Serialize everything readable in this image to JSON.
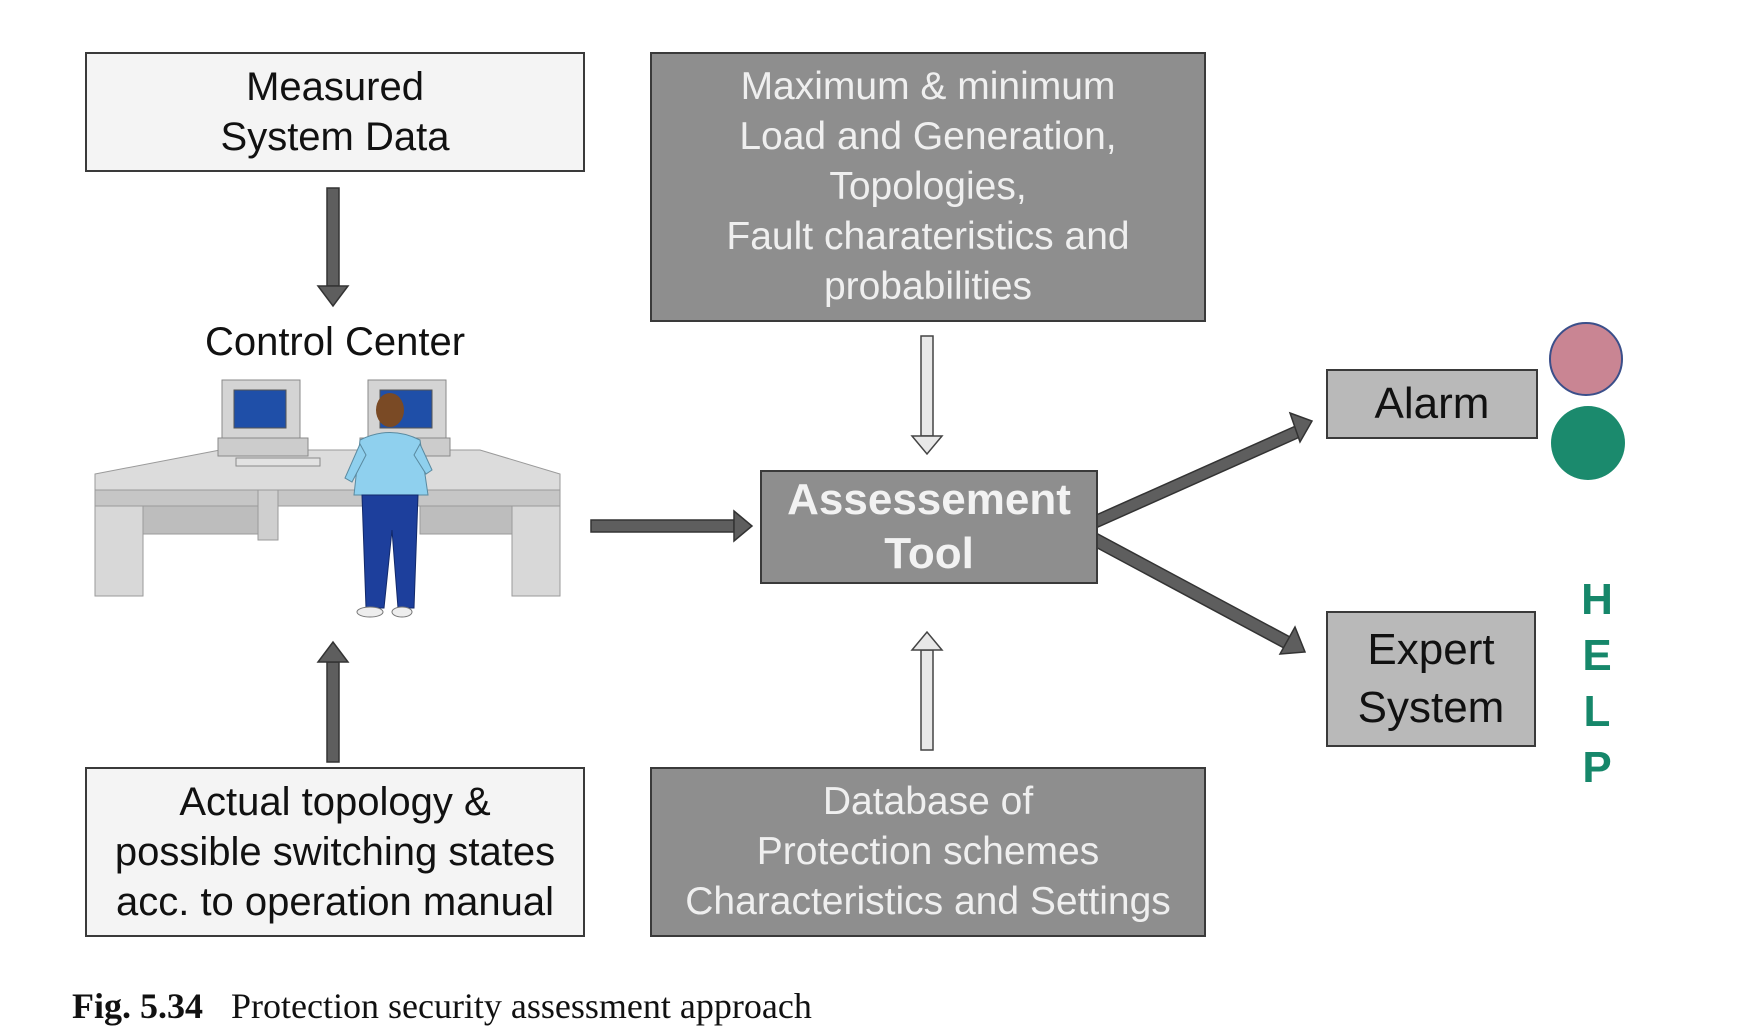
{
  "boxes": {
    "measured": [
      "Measured",
      "System Data"
    ],
    "maxmin": [
      "Maximum & minimum",
      "Load and Generation,",
      "Topologies,",
      "Fault charateristics and",
      "probabilities"
    ],
    "actual": [
      "Actual topology &",
      "possible switching states",
      "acc. to operation manual"
    ],
    "database": [
      "Database of",
      "Protection schemes",
      "Characteristics and Settings"
    ],
    "tool": [
      "Assessement",
      "Tool"
    ],
    "alarm": "Alarm",
    "expert": [
      "Expert",
      "System"
    ]
  },
  "control_center": "Control Center",
  "help_letters": [
    "H",
    "E",
    "L",
    "P"
  ],
  "caption": {
    "number": "Fig. 5.34",
    "text": "Protection security assessment approach"
  },
  "colors": {
    "lamp_red": "#c98593",
    "lamp_green": "#1b8a6d",
    "help_text": "#16876a",
    "dark_box": "#8e8e8e"
  }
}
